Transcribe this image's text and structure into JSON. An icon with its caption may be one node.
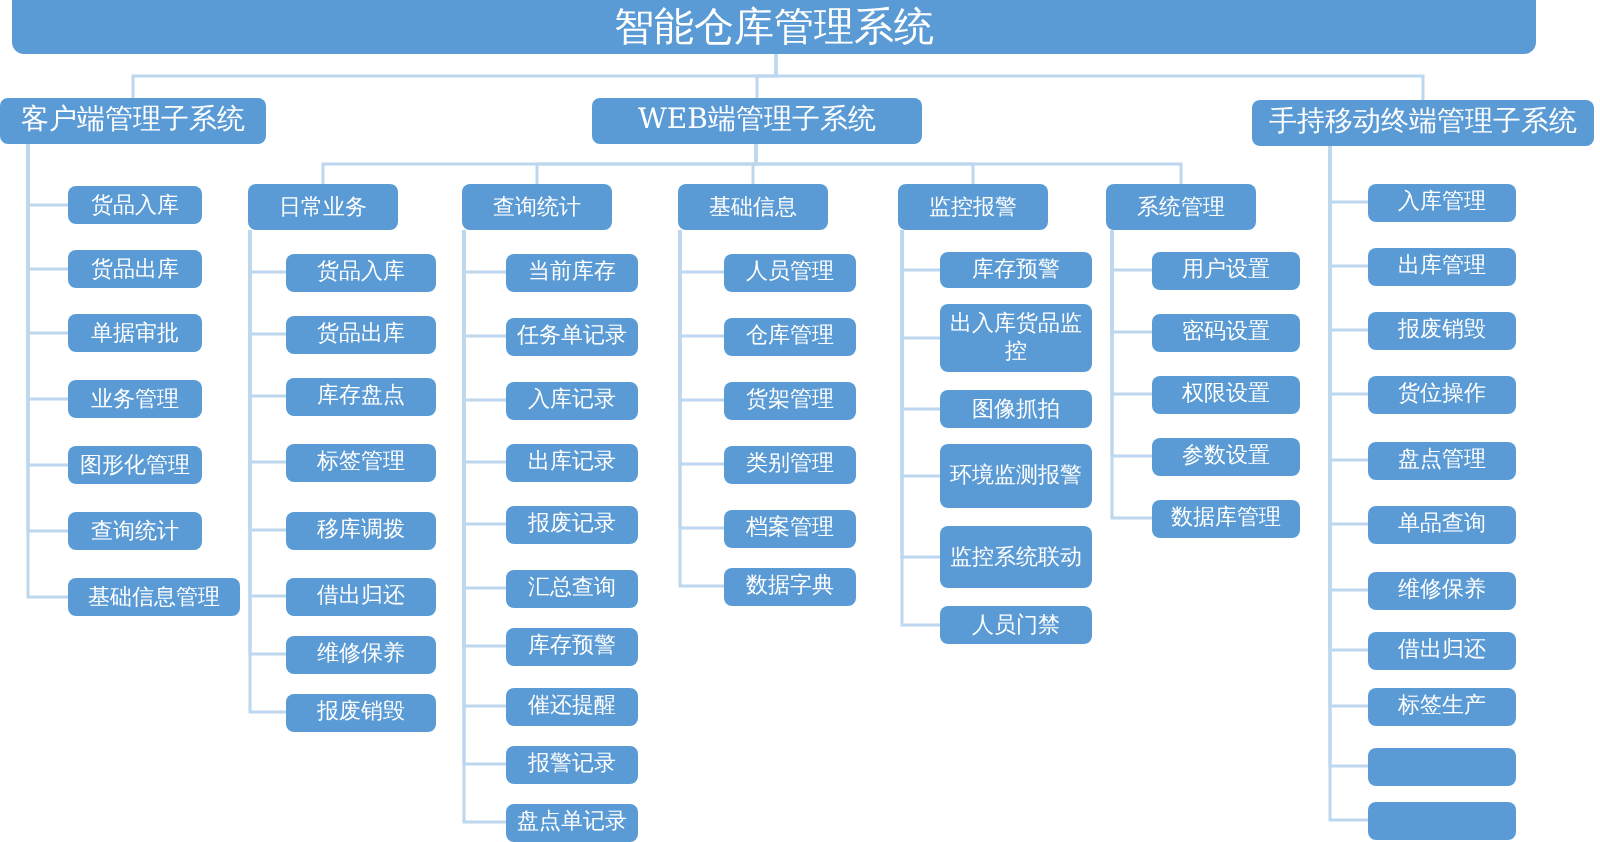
{
  "diagram": {
    "nodes": [
      {
        "text": [
          "智能仓库管理系统"
        ]
      },
      {
        "text": [
          "客户端管理子系统"
        ]
      },
      {
        "text": [
          "WEB端管理子系统"
        ]
      },
      {
        "text": [
          "手持移动终端管理子系统"
        ]
      },
      {
        "text": [
          "货品入库"
        ]
      },
      {
        "text": [
          "货品出库"
        ]
      },
      {
        "text": [
          "单据审批"
        ]
      },
      {
        "text": [
          "业务管理"
        ]
      },
      {
        "text": [
          "图形化管理"
        ]
      },
      {
        "text": [
          "查询统计"
        ]
      },
      {
        "text": [
          "基础信息管理"
        ]
      },
      {
        "text": [
          "日常业务"
        ]
      },
      {
        "text": [
          "查询统计"
        ]
      },
      {
        "text": [
          "基础信息"
        ]
      },
      {
        "text": [
          "监控报警"
        ]
      },
      {
        "text": [
          "系统管理"
        ]
      },
      {
        "text": [
          "货品入库"
        ]
      },
      {
        "text": [
          "货品出库"
        ]
      },
      {
        "text": [
          "库存盘点"
        ]
      },
      {
        "text": [
          "标签管理"
        ]
      },
      {
        "text": [
          "移库调拨"
        ]
      },
      {
        "text": [
          "借出归还"
        ]
      },
      {
        "text": [
          "维修保养"
        ]
      },
      {
        "text": [
          "报废销毁"
        ]
      },
      {
        "text": [
          "当前库存"
        ]
      },
      {
        "text": [
          "任务单记录"
        ]
      },
      {
        "text": [
          "入库记录"
        ]
      },
      {
        "text": [
          "出库记录"
        ]
      },
      {
        "text": [
          "报废记录"
        ]
      },
      {
        "text": [
          "汇总查询"
        ]
      },
      {
        "text": [
          "库存预警"
        ]
      },
      {
        "text": [
          "催还提醒"
        ]
      },
      {
        "text": [
          "报警记录"
        ]
      },
      {
        "text": [
          "盘点单记录"
        ]
      },
      {
        "text": [
          "人员管理"
        ]
      },
      {
        "text": [
          "仓库管理"
        ]
      },
      {
        "text": [
          "货架管理"
        ]
      },
      {
        "text": [
          "类别管理"
        ]
      },
      {
        "text": [
          "档案管理"
        ]
      },
      {
        "text": [
          "数据字典"
        ]
      },
      {
        "text": [
          "库存预警"
        ]
      },
      {
        "text": [
          "出入库货品监控"
        ]
      },
      {
        "text": [
          "图像抓拍"
        ]
      },
      {
        "text": [
          "环境监测报警"
        ]
      },
      {
        "text": [
          "监控系统联动"
        ]
      },
      {
        "text": [
          "人员门禁"
        ]
      },
      {
        "text": [
          "用户设置"
        ]
      },
      {
        "text": [
          "密码设置"
        ]
      },
      {
        "text": [
          "权限设置"
        ]
      },
      {
        "text": [
          "参数设置"
        ]
      },
      {
        "text": [
          "数据库管理"
        ]
      },
      {
        "text": [
          "入库管理"
        ]
      },
      {
        "text": [
          "出库管理"
        ]
      },
      {
        "text": [
          "报废销毁"
        ]
      },
      {
        "text": [
          "货位操作"
        ]
      },
      {
        "text": [
          "盘点管理"
        ]
      },
      {
        "text": [
          "单品查询"
        ]
      },
      {
        "text": [
          "维修保养"
        ]
      },
      {
        "text": [
          "借出归还"
        ]
      },
      {
        "text": [
          "标签生产"
        ]
      },
      {
        "text": [],
        "shape": "box"
      },
      {
        "text": [],
        "shape": "box"
      }
    ],
    "edges": [
      {
        "from": 0,
        "to": 1,
        "arrow": "none"
      },
      {
        "from": 0,
        "to": 2,
        "arrow": "none"
      },
      {
        "from": 0,
        "to": 3,
        "arrow": "none"
      },
      {
        "from": 1,
        "to": 4,
        "arrow": "none"
      },
      {
        "from": 1,
        "to": 5,
        "arrow": "none"
      },
      {
        "from": 1,
        "to": 6,
        "arrow": "none"
      },
      {
        "from": 1,
        "to": 7,
        "arrow": "none"
      },
      {
        "from": 1,
        "to": 8,
        "arrow": "none"
      },
      {
        "from": 1,
        "to": 9,
        "arrow": "none"
      },
      {
        "from": 1,
        "to": 10,
        "arrow": "none"
      },
      {
        "from": 2,
        "to": 11,
        "arrow": "none"
      },
      {
        "from": 2,
        "to": 12,
        "arrow": "none"
      },
      {
        "from": 2,
        "to": 13,
        "arrow": "none"
      },
      {
        "from": 2,
        "to": 14,
        "arrow": "none"
      },
      {
        "from": 2,
        "to": 15,
        "arrow": "none"
      },
      {
        "from": 11,
        "to": 16,
        "arrow": "none"
      },
      {
        "from": 11,
        "to": 17,
        "arrow": "none"
      },
      {
        "from": 11,
        "to": 18,
        "arrow": "none"
      },
      {
        "from": 11,
        "to": 19,
        "arrow": "none"
      },
      {
        "from": 11,
        "to": 20,
        "arrow": "none"
      },
      {
        "from": 11,
        "to": 21,
        "arrow": "none"
      },
      {
        "from": 11,
        "to": 22,
        "arrow": "none"
      },
      {
        "from": 11,
        "to": 23,
        "arrow": "none"
      },
      {
        "from": 12,
        "to": 24,
        "arrow": "none"
      },
      {
        "from": 12,
        "to": 25,
        "arrow": "none"
      },
      {
        "from": 12,
        "to": 26,
        "arrow": "none"
      },
      {
        "from": 12,
        "to": 27,
        "arrow": "none"
      },
      {
        "from": 12,
        "to": 28,
        "arrow": "none"
      },
      {
        "from": 12,
        "to": 29,
        "arrow": "none"
      },
      {
        "from": 12,
        "to": 30,
        "arrow": "none"
      },
      {
        "from": 12,
        "to": 31,
        "arrow": "none"
      },
      {
        "from": 12,
        "to": 32,
        "arrow": "none"
      },
      {
        "from": 12,
        "to": 33,
        "arrow": "none"
      },
      {
        "from": 13,
        "to": 34,
        "arrow": "none"
      },
      {
        "from": 13,
        "to": 35,
        "arrow": "none"
      },
      {
        "from": 13,
        "to": 36,
        "arrow": "none"
      },
      {
        "from": 13,
        "to": 37,
        "arrow": "none"
      },
      {
        "from": 13,
        "to": 38,
        "arrow": "none"
      },
      {
        "from": 13,
        "to": 39,
        "arrow": "none"
      },
      {
        "from": 14,
        "to": 40,
        "arrow": "none"
      },
      {
        "from": 14,
        "to": 41,
        "arrow": "none"
      },
      {
        "from": 14,
        "to": 42,
        "arrow": "none"
      },
      {
        "from": 14,
        "to": 43,
        "arrow": "none"
      },
      {
        "from": 14,
        "to": 44,
        "arrow": "none"
      },
      {
        "from": 14,
        "to": 45,
        "arrow": "none"
      },
      {
        "from": 15,
        "to": 46,
        "arrow": "none"
      },
      {
        "from": 15,
        "to": 47,
        "arrow": "none"
      },
      {
        "from": 15,
        "to": 48,
        "arrow": "none"
      },
      {
        "from": 15,
        "to": 49,
        "arrow": "none"
      },
      {
        "from": 15,
        "to": 50,
        "arrow": "none"
      },
      {
        "from": 3,
        "to": 51,
        "arrow": "none"
      },
      {
        "from": 3,
        "to": 52,
        "arrow": "none"
      },
      {
        "from": 3,
        "to": 53,
        "arrow": "none"
      },
      {
        "from": 3,
        "to": 54,
        "arrow": "none"
      },
      {
        "from": 3,
        "to": 55,
        "arrow": "none"
      },
      {
        "from": 3,
        "to": 56,
        "arrow": "none"
      },
      {
        "from": 3,
        "to": 57,
        "arrow": "none"
      },
      {
        "from": 3,
        "to": 58,
        "arrow": "none"
      },
      {
        "from": 3,
        "to": 59,
        "arrow": "none"
      },
      {
        "from": 3,
        "to": 60,
        "arrow": "none"
      },
      {
        "from": 3,
        "to": 61,
        "arrow": "none"
      }
    ]
  }
}
